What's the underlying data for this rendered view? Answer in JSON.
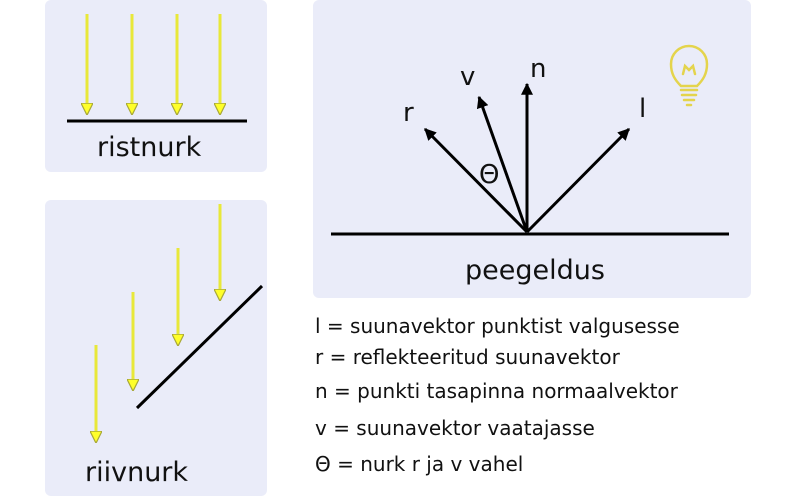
{
  "panels": {
    "perpendicular": {
      "caption": "ristnurk"
    },
    "oblique": {
      "caption": "riivnurk"
    },
    "reflection": {
      "caption": "peegeldus",
      "vector_labels": {
        "r": "r",
        "v": "v",
        "n": "n",
        "l": "l",
        "theta": "Θ"
      },
      "icon": "light-bulb-icon"
    }
  },
  "legend": [
    "l = suunavektor punktist valgusesse",
    "r = reflekteeritud suunavektor",
    "n = punkti tasapinna normaalvektor",
    "v = suunavektor vaatajasse",
    "Θ = nurk r ja v vahel"
  ],
  "colors": {
    "panel_bg": "#eaecf9",
    "ray_fill": "#ffff2a",
    "ray_stroke": "#a8a838",
    "bulb": "#e4d44c",
    "ink": "#000000"
  }
}
